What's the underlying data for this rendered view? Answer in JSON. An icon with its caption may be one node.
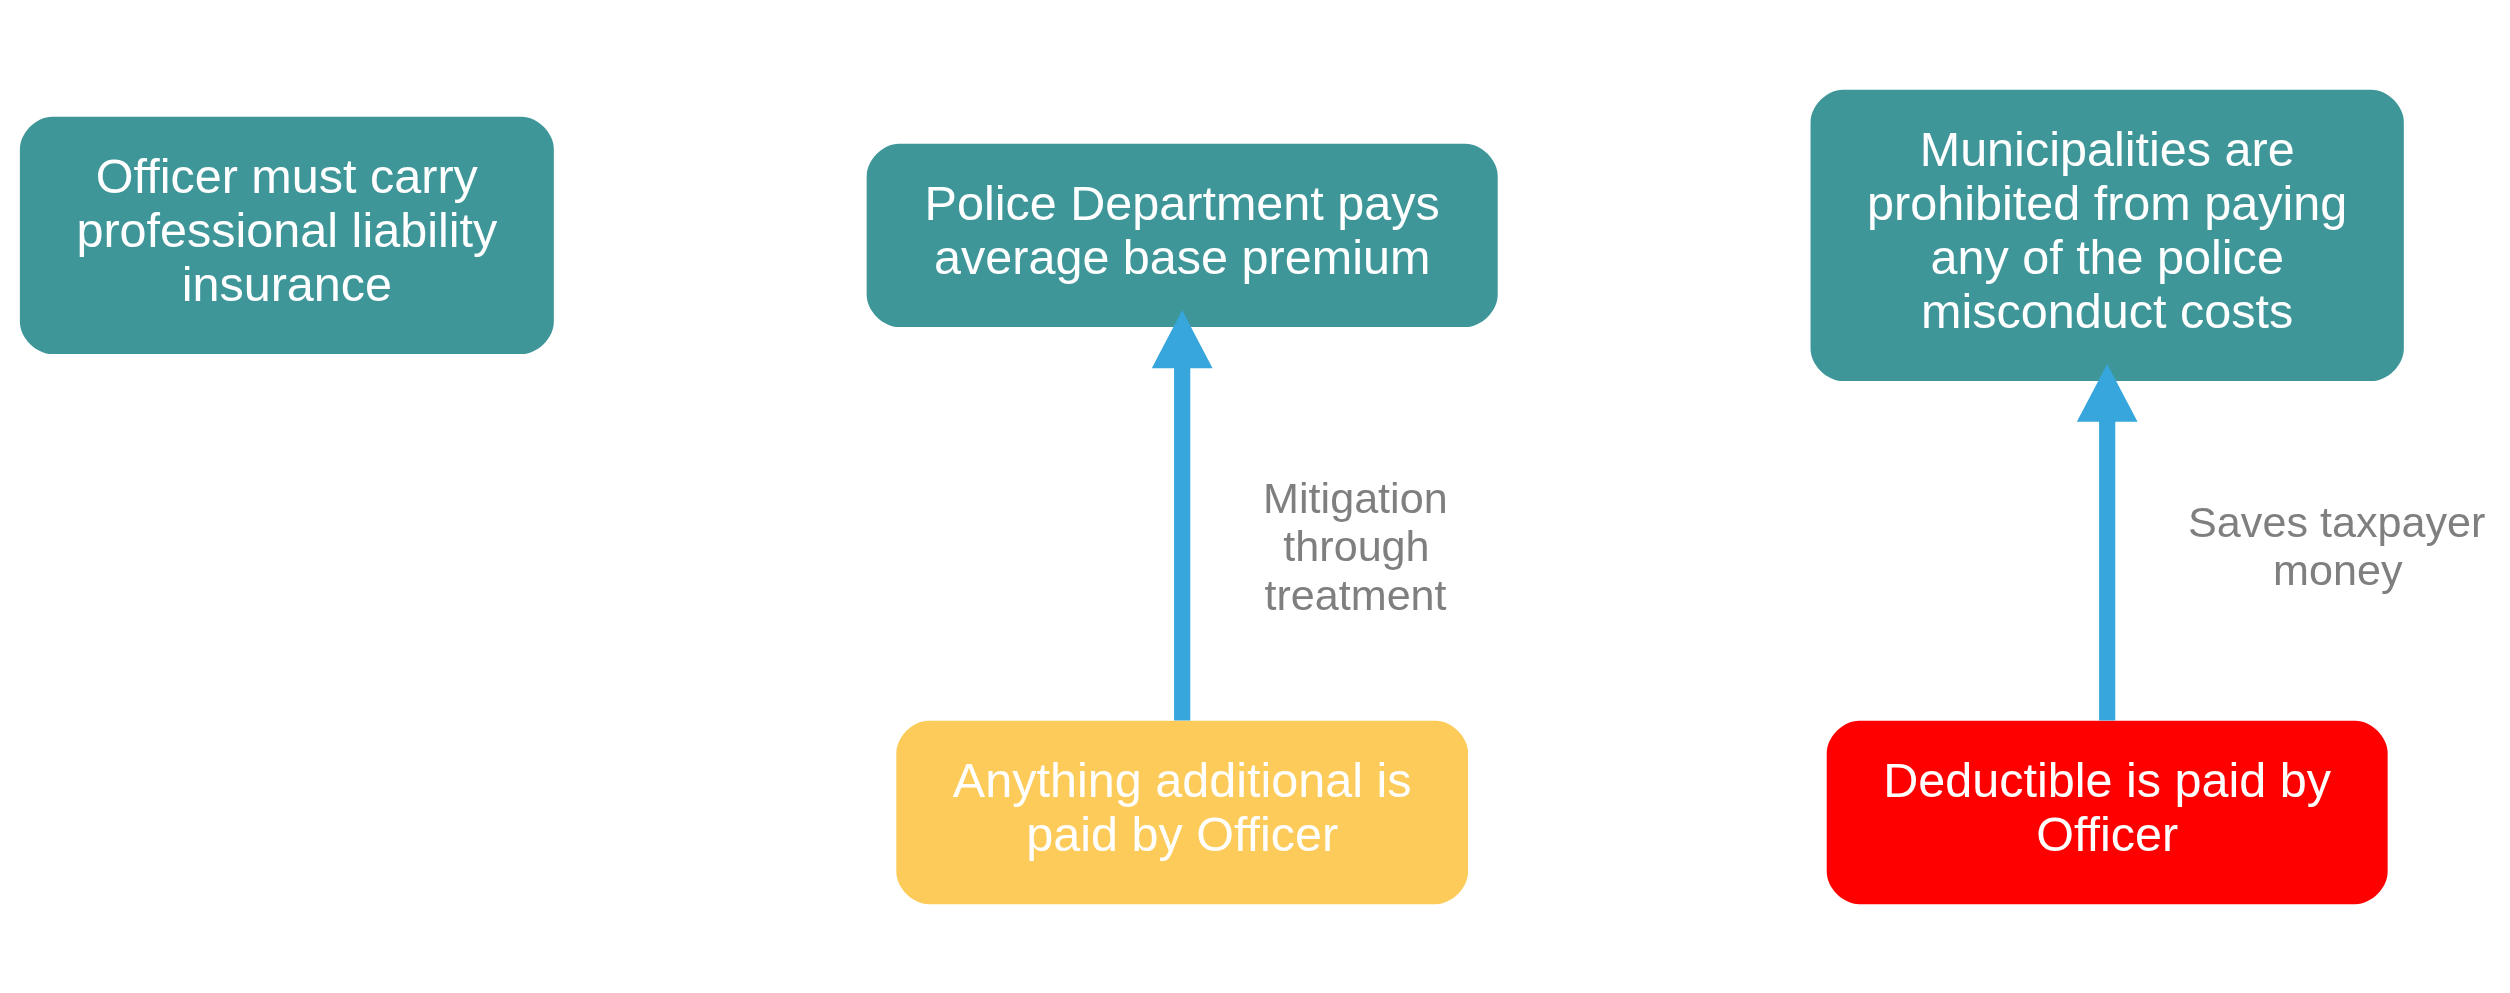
{
  "diagram": {
    "nodes": [
      {
        "text": [
          "Officer must carry professional liability insurance"
        ]
      },
      {
        "text": [
          "Police Department pays average base premium"
        ]
      },
      {
        "text": [
          "Municipalities are prohibited from paying any of the police misconduct costs"
        ]
      },
      {
        "text": [
          "Anything additional is paid by Officer"
        ]
      },
      {
        "text": [
          "Deductible is paid by Officer"
        ]
      }
    ],
    "edges": [
      {
        "from": 3,
        "to": 1,
        "arrow": "to",
        "label": "Mitigation through treatment"
      },
      {
        "from": 4,
        "to": 2,
        "arrow": "to",
        "label": "Saves taxpayer money"
      }
    ]
  }
}
